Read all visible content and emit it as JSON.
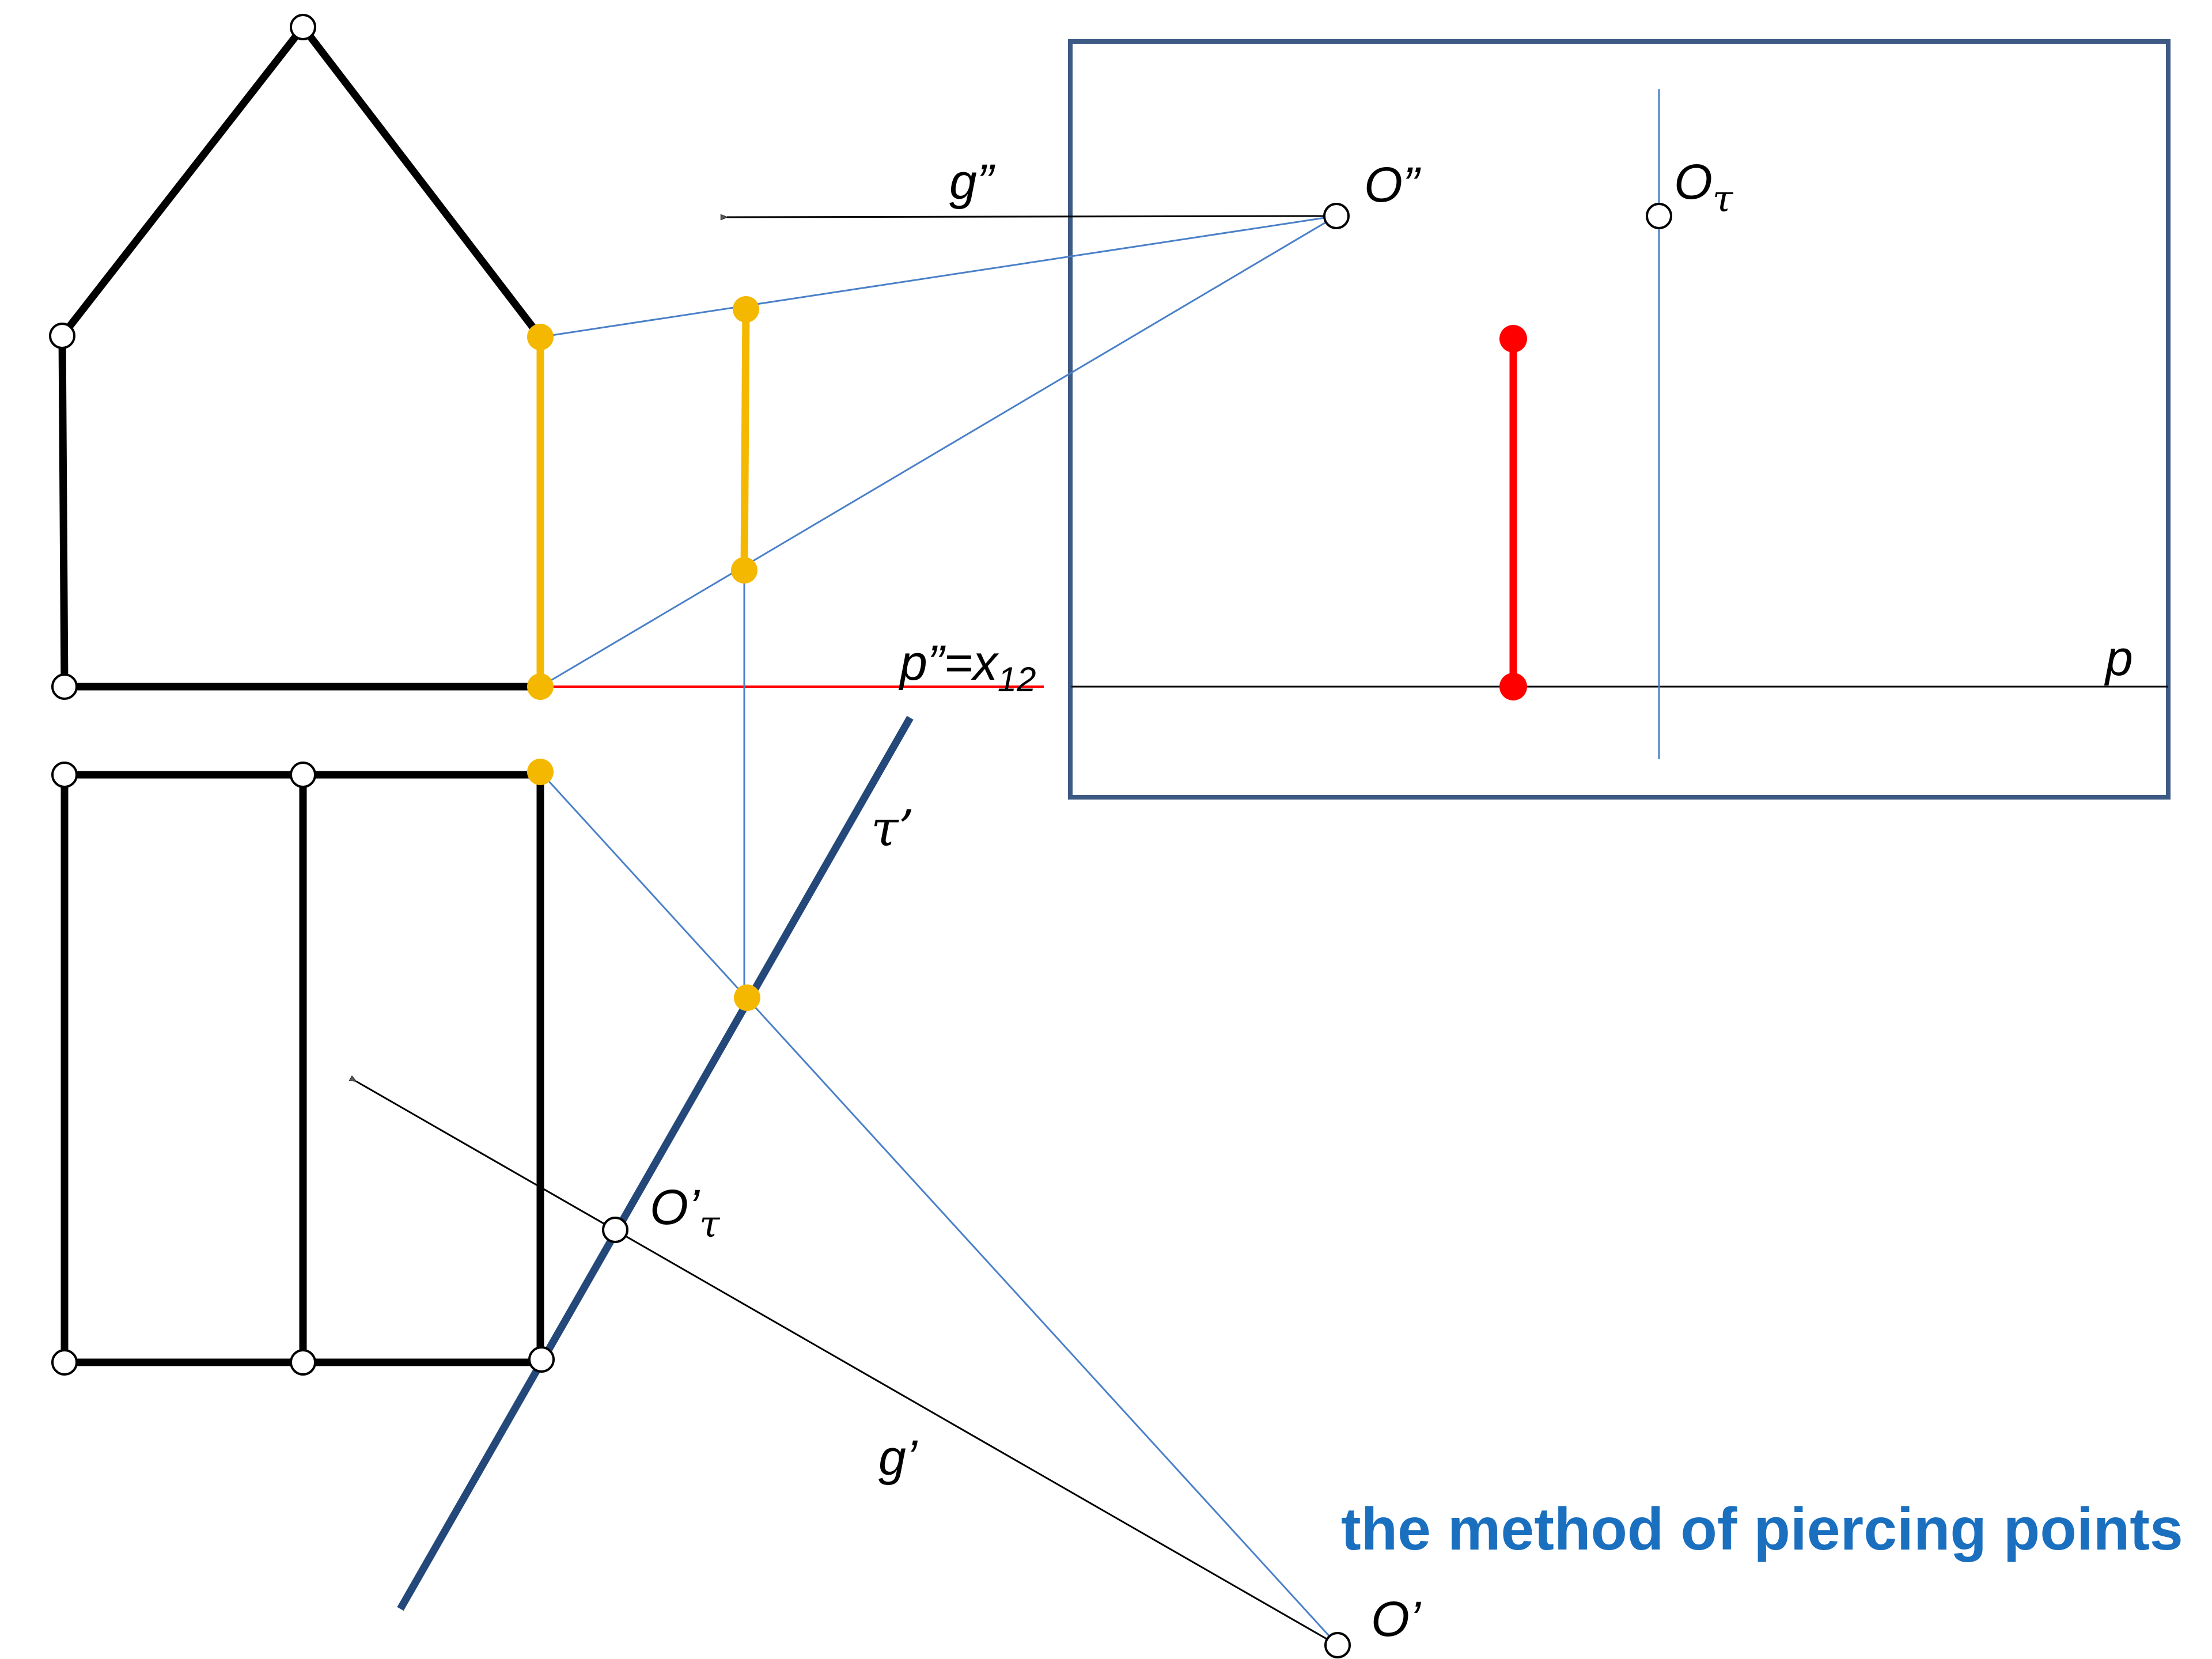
{
  "labels": {
    "g_double": "g”",
    "o_double": "O”",
    "o_tau": "O",
    "tau_symbol": "τ",
    "p_eq": "p”=x",
    "p_eq_sub": "12",
    "p": "p",
    "tau_prime": "τ’",
    "o_prime_tau": "O’",
    "g_prime": "g’",
    "o_prime": "O’"
  },
  "caption": "the method of piercing points",
  "colors": {
    "object": "#000000",
    "construction": "#4a80c8",
    "highlight": "#f5b800",
    "result": "#ff0000",
    "plane": "#24487a",
    "frame": "#3d5a85",
    "caption": "#1a6fbf"
  }
}
